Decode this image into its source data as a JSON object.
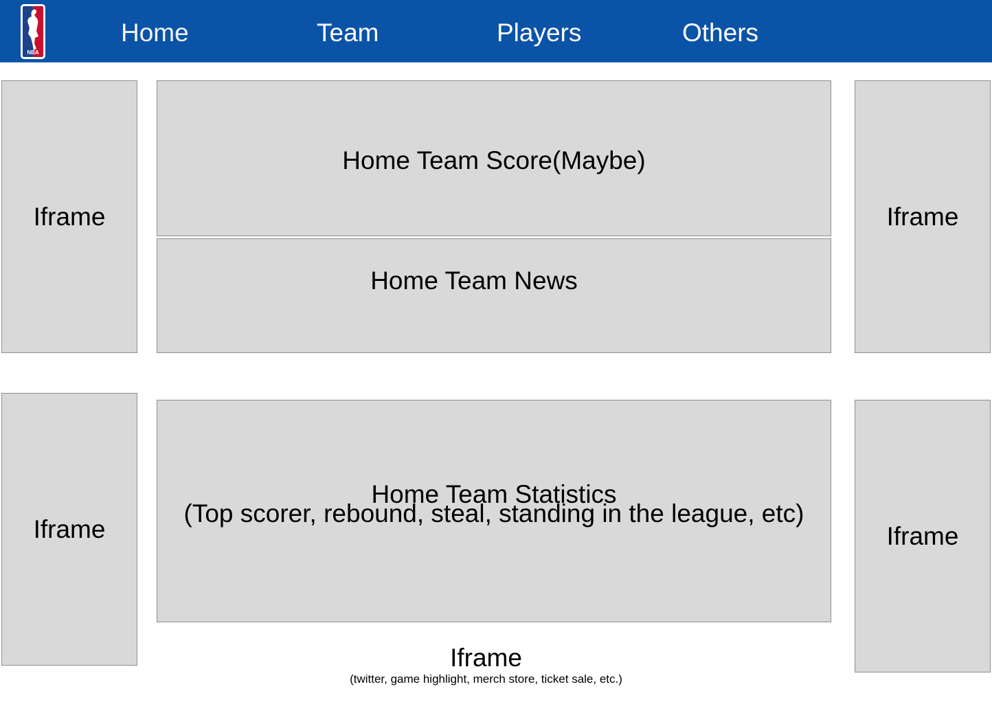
{
  "nav": {
    "logo_icon": "nba-logo-icon",
    "logo_text": "NBA",
    "bar_color": "#0b53a7",
    "items": [
      {
        "label": "Home"
      },
      {
        "label": "Team"
      },
      {
        "label": "Players"
      },
      {
        "label": "Others"
      }
    ]
  },
  "side_iframes": {
    "left_top": "Iframe",
    "right_top": "Iframe",
    "left_bottom": "Iframe",
    "right_bottom": "Iframe"
  },
  "main": {
    "score_label": "Home Team Score(Maybe)",
    "news_label": "Home Team News",
    "stats_title": "Home Team Statistics",
    "stats_subtitle": "(Top scorer, rebound, steal, standing in the league, etc)"
  },
  "bottom_iframe": {
    "title": "Iframe",
    "note": "(twitter, game highlight, merch store, ticket sale, etc.)"
  },
  "colors": {
    "placeholder_fill": "#d9d9d9",
    "placeholder_border": "#8d8d8d"
  }
}
